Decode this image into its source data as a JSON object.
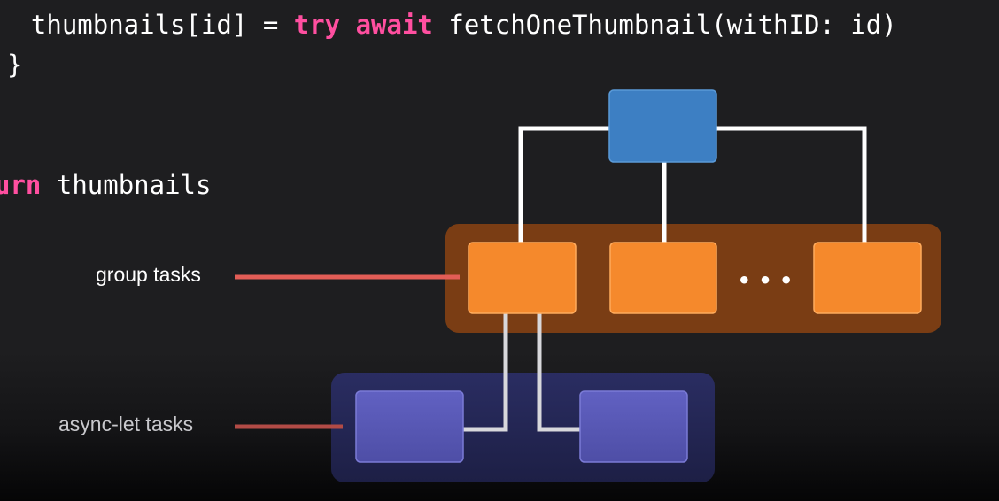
{
  "code": {
    "line1": {
      "indent": "  ",
      "var": "thumbnails[id] = ",
      "kw1": "try",
      "kw2": "await",
      "rest": "fetchOneThumbnail(withID: id)"
    },
    "line2": {
      "text": "}"
    },
    "line3": {
      "kw": "urn",
      "rest": "thumbnails"
    }
  },
  "labels": {
    "group_tasks": "group tasks",
    "async_let_tasks": "async-let tasks"
  },
  "ellipsis": "• • •",
  "colors": {
    "background": "#1e1e20",
    "keyword": "#ff4fa0",
    "parent_task": "#3d7fc3",
    "group_container": "#7a3d14",
    "group_task": "#f5892c",
    "async_container": "#25285a",
    "async_task": "#5a5ab9",
    "group_pointer": "#e25d56",
    "async_pointer": "#b24b46"
  }
}
